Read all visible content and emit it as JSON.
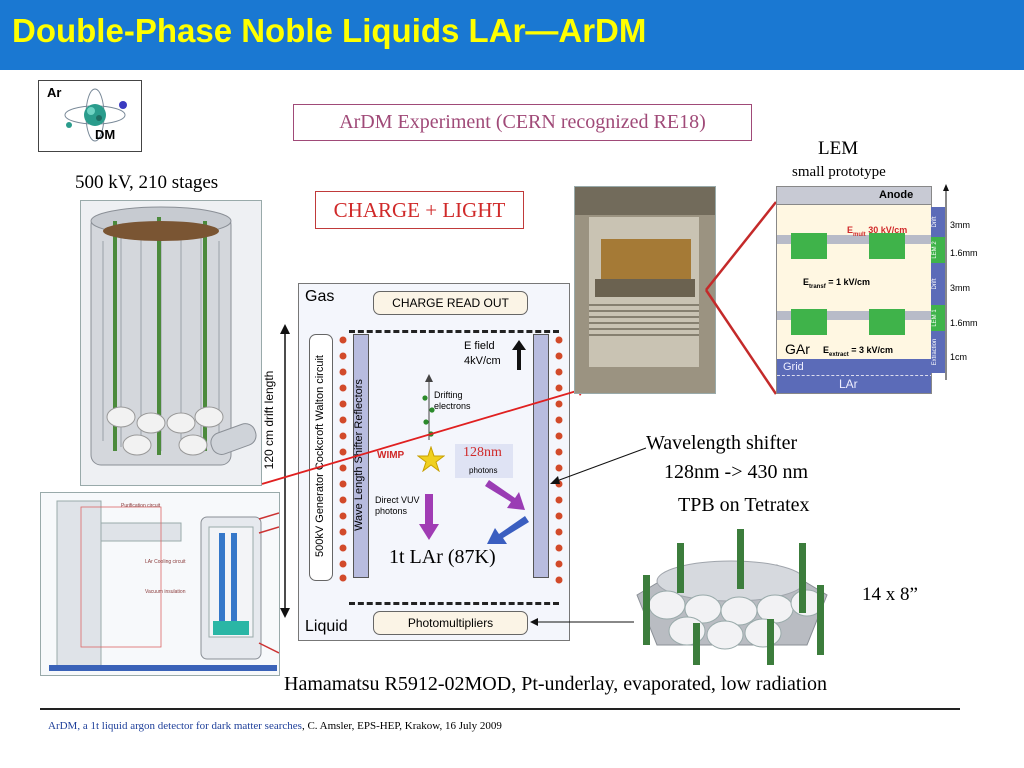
{
  "title": "Double-Phase Noble Liquids LAr―ArDM",
  "logo": {
    "top": "Ar",
    "bottom": "DM"
  },
  "experiment_label": "ArDM Experiment (CERN recognized RE18)",
  "charge_light_label": "CHARGE + LIGHT",
  "voltage_caption": "500 kV, 210 stages",
  "lem": {
    "title": "LEM",
    "subtitle": "small prototype",
    "anode": "Anode",
    "e_mult": "E",
    "e_mult_sub": "mult",
    "e_mult_value": "30 kV/cm",
    "e_transf": "E",
    "e_transf_sub": "transf",
    "e_transf_value": "= 1 kV/cm",
    "gar": "GAr",
    "e_extract": "E",
    "e_extract_sub": "extract",
    "e_extract_value": "= 3 kV/cm",
    "grid": "Grid",
    "lar": "LAr",
    "side_labels": [
      "Drift",
      "LEM 2",
      "Drift",
      "LEM 1",
      "Extraction"
    ],
    "dimensions": [
      "3mm",
      "1.6mm",
      "3mm",
      "1.6mm",
      "1cm"
    ]
  },
  "detector": {
    "gas": "Gas",
    "liquid": "Liquid",
    "charge_readout": "CHARGE READ OUT",
    "photomultipliers": "Photomultipliers",
    "generator": "500kV Generator Cockcroft Walton circuit",
    "reflectors": "Wave Length Shifter Reflectors",
    "drift_length": "120 cm drift length",
    "e_field": "E field",
    "e_field_value": "4kV/cm",
    "drifting": "Drifting",
    "electrons": "electrons",
    "wimp": "WIMP",
    "wavelength": "128nm",
    "photons": "photons",
    "direct_vuv": "Direct VUV",
    "direct_photons": "photons",
    "lar_mass": "1t LAr (87K)"
  },
  "shifter": {
    "line1": "Wavelength shifter",
    "line2": "128nm -> 430 nm",
    "line3": "TPB on Tetratex"
  },
  "pmt_count": "14 x 8”",
  "pmt_caption": "Hamamatsu R5912-02MOD, Pt-underlay, evaporated, low radiation",
  "cryostat_labels": [
    "Purification circuit",
    "LAr Cooling circuit",
    "Vacuum insulation"
  ],
  "footer": {
    "blue": "ArDM, a 1t liquid argon detector for dark matter searches",
    "black": ", C. Amsler, EPS-HEP, Krakow, 16 July 2009"
  },
  "colors": {
    "title_bar": "#1a78d2",
    "title_text": "#ffff00",
    "experiment_box": "#a04a78",
    "charge_light": "#d02a2a",
    "lem_green": "#3fb34a",
    "lar_blue": "#5b6bb8"
  }
}
